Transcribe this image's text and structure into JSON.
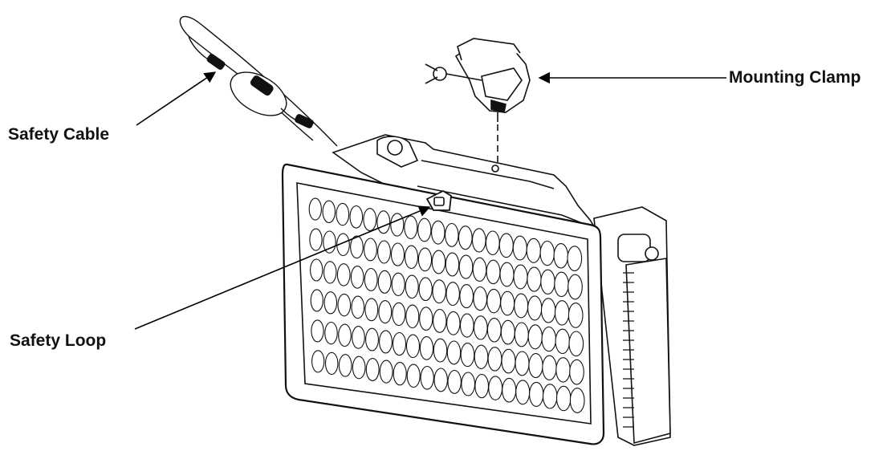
{
  "labels": {
    "mounting_clamp": "Mounting Clamp",
    "safety_cable": "Safety Cable",
    "safety_loop": "Safety Loop"
  },
  "led_grid": {
    "rows": 6,
    "columns": 20
  },
  "colors": {
    "line": "#111111",
    "background": "#ffffff",
    "arrow": "#000000"
  },
  "icons": [
    "mounting-clamp-icon",
    "safety-cable-icon",
    "safety-loop-icon",
    "led-fixture-icon"
  ]
}
